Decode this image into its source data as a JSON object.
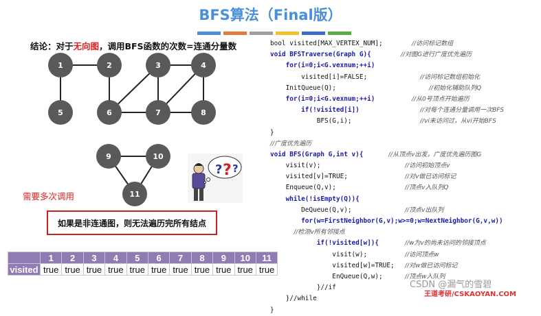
{
  "title": "BFS算法（Final版）",
  "strip_colors": [
    "#4a90d9",
    "#e07b39",
    "#9e9e9e",
    "#f2c12e",
    "#3b6cc9",
    "#5aaa46"
  ],
  "conclusion": {
    "prefix": "结论：对于",
    "red": "无向图",
    "mid": "，调用BFS函数的次数=连通分量数"
  },
  "graph": {
    "nodes": [
      "1",
      "2",
      "3",
      "4",
      "5",
      "6",
      "7",
      "8",
      "9",
      "10",
      "11"
    ],
    "node_color": "#595959"
  },
  "need_multi": "需要多次调用",
  "warning": "如果是非连通图，则无法遍历完所有结点",
  "visited_table": {
    "label": "visited",
    "indices": [
      "1",
      "2",
      "3",
      "4",
      "5",
      "6",
      "7",
      "8",
      "9",
      "10",
      "11"
    ],
    "values": [
      "true",
      "true",
      "true",
      "true",
      "true",
      "true",
      "true",
      "true",
      "true",
      "true",
      "true"
    ]
  },
  "code": [
    {
      "text": "bool visited[MAX_VERTEX_NUM];",
      "comment": "//访问标记数组"
    },
    {
      "text": "void BFSTraverse(Graph G){",
      "comment": "//对图G进行广度优先遍历"
    },
    {
      "text": "    for(i=0;i<G.vexnum;++i)",
      "comment": ""
    },
    {
      "text": "        visited[i]=FALSE;",
      "comment": "//访问标记数组初始化"
    },
    {
      "text": "    InitQueue(Q);",
      "comment": "//初始化辅助队列Q"
    },
    {
      "text": "    for(i=0;i<G.vexnum;++i)",
      "comment": "//从0号顶点开始遍历"
    },
    {
      "text": "        if(!visited[i])",
      "comment": "//对每个连通分量调用一次BFS"
    },
    {
      "text": "            BFS(G,i);",
      "comment": "//vi未访问过，从vi开始BFS"
    },
    {
      "text": "}",
      "comment": ""
    },
    {
      "text": "//广度优先遍历",
      "comment": ""
    },
    {
      "text": "void BFS(Graph G,int v){",
      "comment": "//从顶点v出发，广度优先遍历图G"
    },
    {
      "text": "    visit(v);",
      "comment": "//访问初始顶点v"
    },
    {
      "text": "    visited[v]=TRUE;",
      "comment": "//对v做已访问标记"
    },
    {
      "text": "    Enqueue(Q,v);",
      "comment": "//顶点v入队列Q"
    },
    {
      "text": "    while(!isEmpty(Q)){",
      "comment": ""
    },
    {
      "text": "        DeQueue(Q,v);",
      "comment": "//顶点v出队列"
    },
    {
      "text": "        for(w=FirstNeighbor(G,v);w>=0;w=NextNeighbor(G,v,w))",
      "comment": ""
    },
    {
      "text": "            //检测v所有邻接点",
      "comment": ""
    },
    {
      "text": "            if(!visited[w]){",
      "comment": "//w为v的尚未访问的邻接顶点"
    },
    {
      "text": "                visit(w);",
      "comment": "//访问顶点w"
    },
    {
      "text": "                visited[w]=TRUE;",
      "comment": "//对w做已访问标记"
    },
    {
      "text": "                EnQueue(Q,w);",
      "comment": "//顶点w入队列"
    },
    {
      "text": "            }//if",
      "comment": ""
    },
    {
      "text": "    }//while",
      "comment": ""
    },
    {
      "text": "}",
      "comment": ""
    }
  ],
  "watermark": "CSDN @漏气的雪碧",
  "watermark2": "王道考研/CSKAOYAN.COM"
}
